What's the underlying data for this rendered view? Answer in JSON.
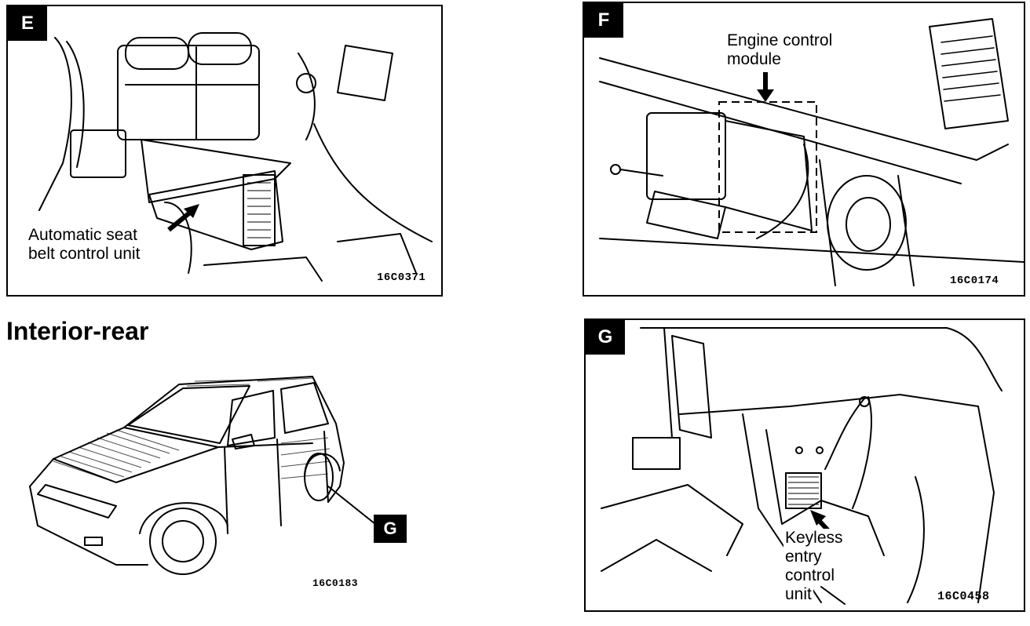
{
  "panels": {
    "e": {
      "badge": "E",
      "label_lines": [
        "Automatic seat",
        "belt control unit"
      ],
      "code": "16C0371"
    },
    "f": {
      "badge": "F",
      "label_lines": [
        "Engine control",
        "module"
      ],
      "code": "16C0174"
    },
    "g": {
      "badge": "G",
      "label_lines": [
        "Keyless",
        "entry",
        "control",
        "unit"
      ],
      "code": "16C0458"
    }
  },
  "interior_rear": {
    "title": "Interior-rear",
    "callout": "G",
    "code": "16C0183"
  }
}
